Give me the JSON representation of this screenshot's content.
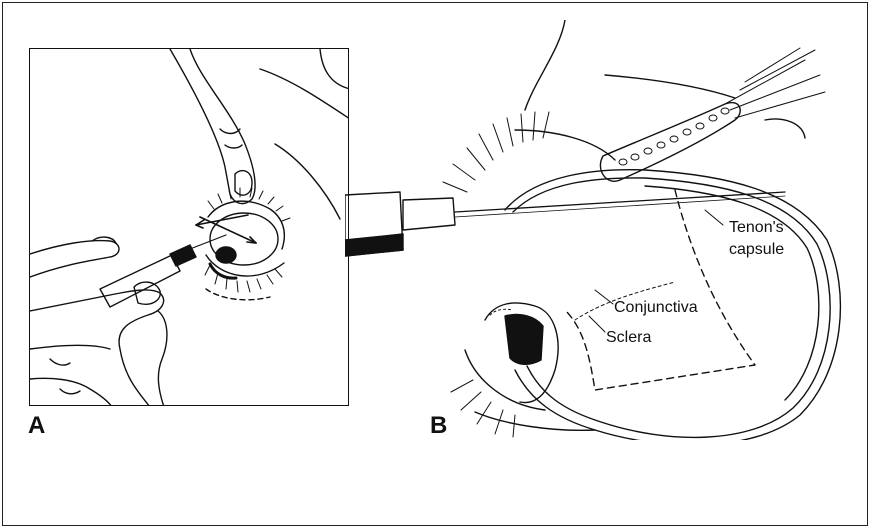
{
  "figure": {
    "panel_a": {
      "letter": "A"
    },
    "panel_b": {
      "letter": "B",
      "labels": {
        "tenons_line1": "Tenon's",
        "tenons_line2": "capsule",
        "conjunctiva": "Conjunctiva",
        "sclera": "Sclera"
      }
    }
  },
  "style": {
    "ink": "#111111",
    "background": "#ffffff"
  }
}
